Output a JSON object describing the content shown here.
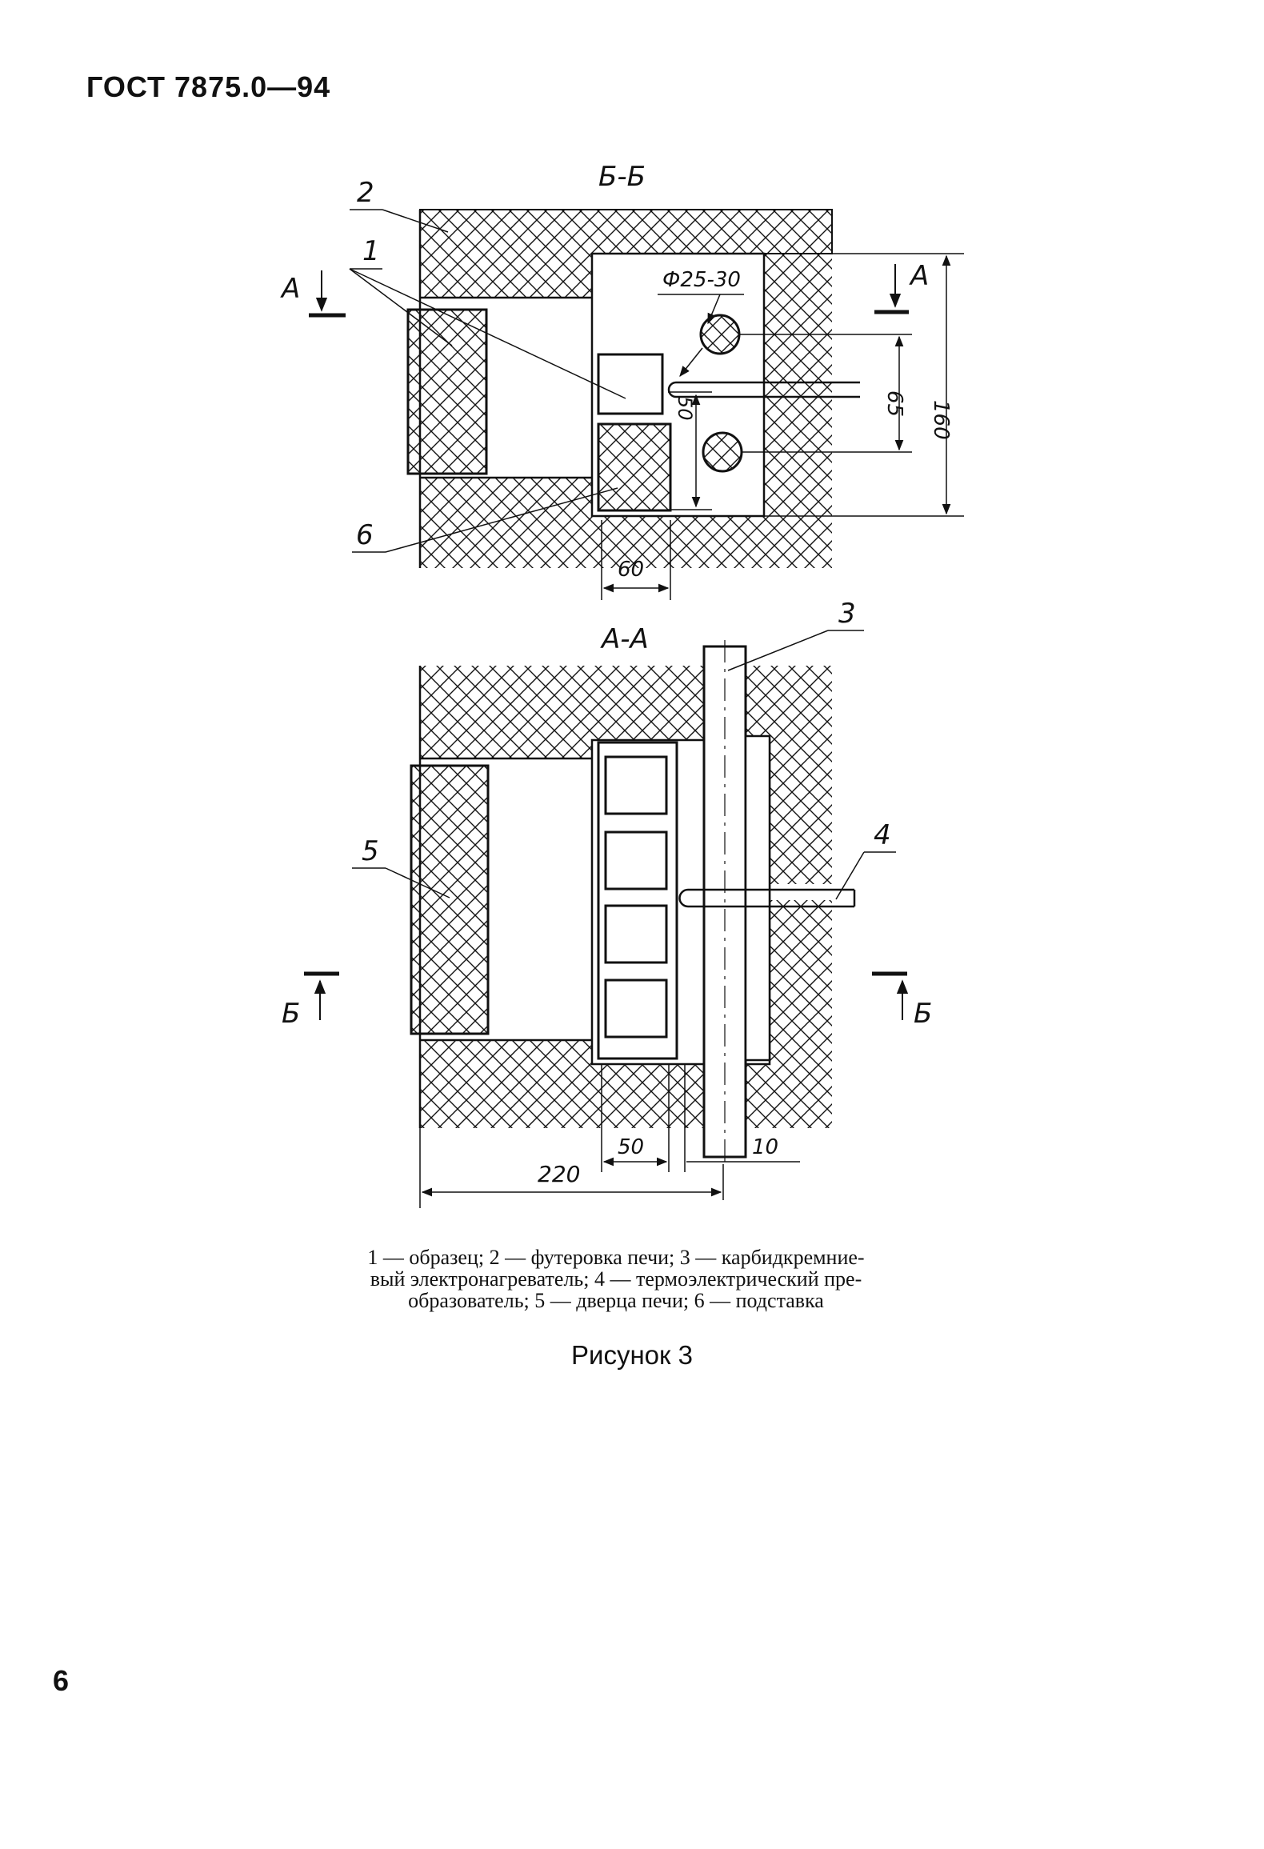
{
  "header": {
    "doc_code": "ГОСТ 7875.0—94"
  },
  "drawing": {
    "section_bb_title": "Б-Б",
    "section_aa_title": "А-А",
    "cut_marker_a": "А",
    "cut_marker_b": "Б",
    "callouts": {
      "c1": "1",
      "c2": "2",
      "c3": "3",
      "c4": "4",
      "c5": "5",
      "c6": "6"
    },
    "dims": {
      "diameter": "Ф25-30",
      "d50_vertical": "50",
      "d65": "65",
      "d160": "160",
      "d60": "60",
      "d50_bottom": "50",
      "d10": "10",
      "d220": "220"
    }
  },
  "caption": {
    "line1": "1 — образец; 2 — футеровка печи; 3 — карбидкремние-",
    "line2": "вый электронагреватель;  4 — термоэлектрический пре-",
    "line3": "образователь; 5 — дверца печи; 6 — подставка"
  },
  "figure_title": "Рисунок 3",
  "page_number": "6"
}
